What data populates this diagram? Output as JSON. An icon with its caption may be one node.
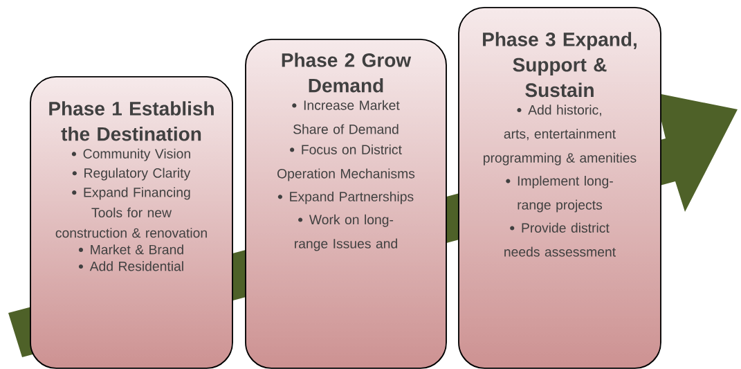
{
  "diagram": {
    "nodes": [
      {
        "text": [
          "Phase 1 Establish the Destination",
          "Community Vision",
          "Regulatory Clarity",
          "Expand Financing Tools for new construction & renovation",
          "Market & Brand",
          "Add Residential"
        ]
      },
      {
        "text": [
          "Phase 2 Grow Demand",
          "Increase Market Share of Demand",
          "Focus on District Operation Mechanisms",
          "Expand Partnerships",
          "Work on long-range Issues and"
        ]
      },
      {
        "text": [
          "Phase 3 Expand, Support & Sustain",
          "Add historic, arts, entertainment programming & amenities",
          "Implement long-range projects",
          "Provide district needs assessment"
        ]
      }
    ]
  }
}
